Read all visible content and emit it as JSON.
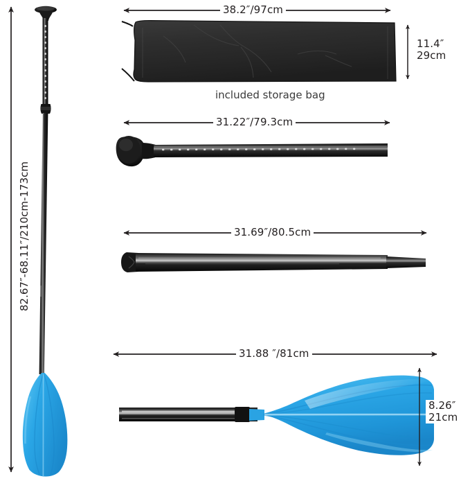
{
  "diagram": {
    "title": "SUP paddle dimension diagram",
    "background_color": "#ffffff",
    "blade_color": "#29a3e3",
    "blade_color_dark": "#1b86c8",
    "blade_color_light": "#5cc4f2",
    "shaft_color": "#1a1a1a",
    "bag_color": "#2b2b2b",
    "line_color": "#231f20"
  },
  "assembled_paddle": {
    "name": "assembled adjustable paddle",
    "length_label": "82.67″-68.11″/210cm-173cm"
  },
  "storage_bag": {
    "name": "included storage bag",
    "caption": "included storage bag",
    "width_label": "38.2″/97cm",
    "height_label_line1": "11.4″",
    "height_label_line2": "29cm"
  },
  "handle_section": {
    "name": "T-grip handle section with adjustment holes",
    "length_label": "31.22″/79.3cm"
  },
  "middle_shaft": {
    "name": "middle shaft extension section",
    "length_label": "31.69″/80.5cm"
  },
  "blade_section": {
    "name": "blade section with shaft",
    "length_label": "31.88 ″/81cm",
    "width_label_line1": "8.26″",
    "width_label_line2": "21cm"
  }
}
